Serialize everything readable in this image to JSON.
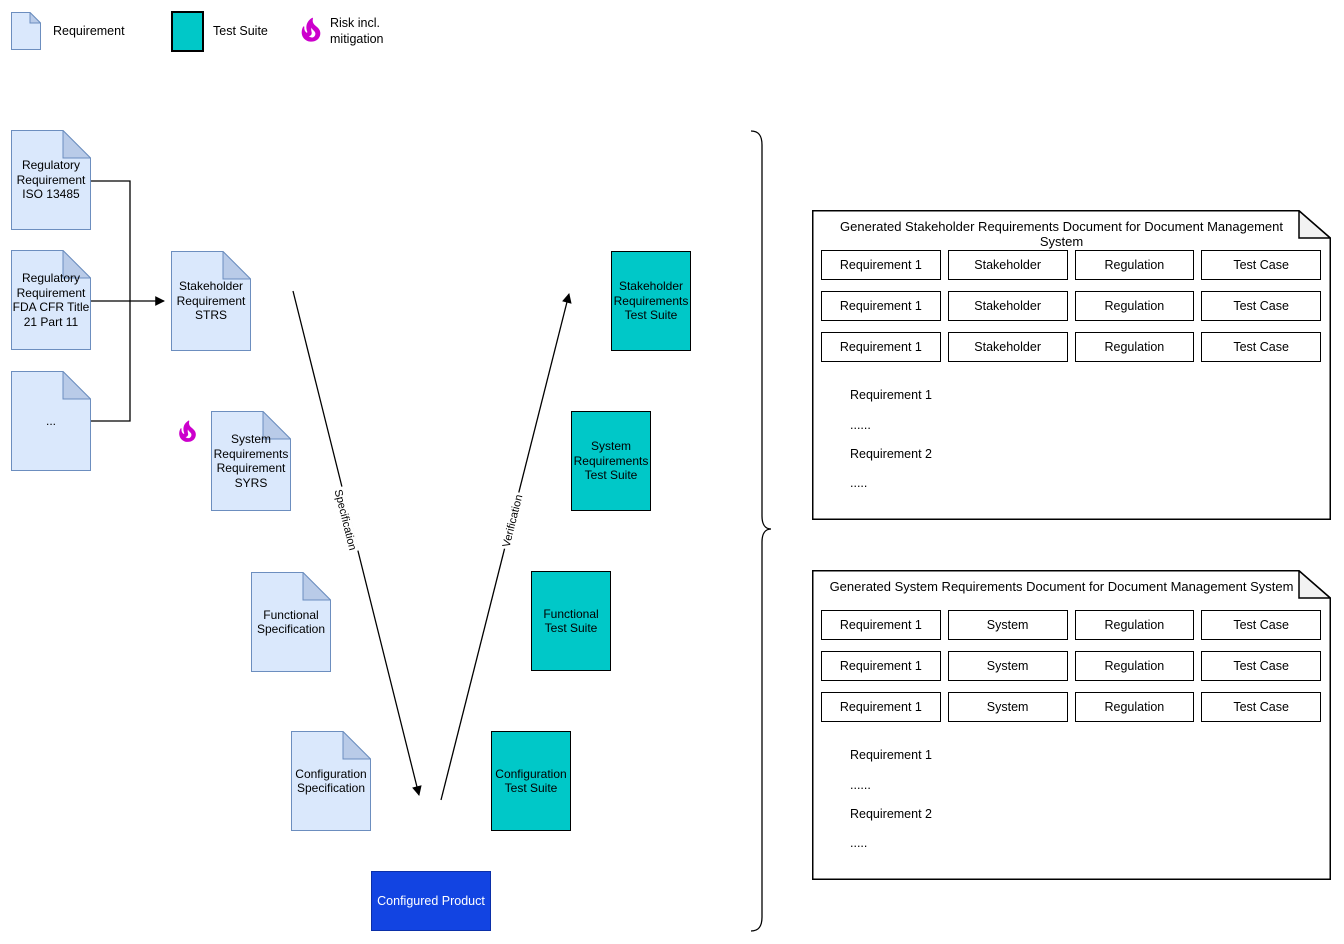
{
  "legend": {
    "requirement": "Requirement",
    "test_suite": "Test Suite",
    "risk": "Risk incl.\nmitigation"
  },
  "edges": {
    "specification": "Specification",
    "verification": "Verification"
  },
  "nodes": {
    "reg_iso": "Regulatory\nRequirement\nISO 13485",
    "reg_fda": "Regulatory\nRequirement\nFDA CFR Title\n21 Part 11",
    "reg_more": "...",
    "strs": "Stakeholder\nRequirement\nSTRS",
    "syrs": "System\nRequirements\nRequirement\nSYRS",
    "functional_spec": "Functional\nSpecification",
    "configuration_spec": "Configuration\nSpecification",
    "ts_stakeholder": "Stakeholder\nRequirements\nTest Suite",
    "ts_system": "System\nRequirements\nTest Suite",
    "ts_functional": "Functional\nTest Suite",
    "ts_configuration": "Configuration\nTest Suite",
    "configured_product": "Configured Product"
  },
  "panels": [
    {
      "title": "Generated Stakeholder Requirements Document for Document Management System",
      "rows": [
        [
          "Requirement 1",
          "Stakeholder",
          "Regulation",
          "Test Case"
        ],
        [
          "Requirement 1",
          "Stakeholder",
          "Regulation",
          "Test Case"
        ],
        [
          "Requirement 1",
          "Stakeholder",
          "Regulation",
          "Test Case"
        ]
      ],
      "body_lines": [
        "Requirement 1",
        "......",
        "Requirement 2",
        "....."
      ]
    },
    {
      "title": "Generated System Requirements Document for Document Management System",
      "rows": [
        [
          "Requirement 1",
          "System",
          "Regulation",
          "Test Case"
        ],
        [
          "Requirement 1",
          "System",
          "Regulation",
          "Test Case"
        ],
        [
          "Requirement 1",
          "System",
          "Regulation",
          "Test Case"
        ]
      ],
      "body_lines": [
        "Requirement 1",
        "......",
        "Requirement 2",
        "....."
      ]
    }
  ],
  "colors": {
    "requirement_fill": "#dae8fc",
    "requirement_stroke": "#6c8ebf",
    "requirement_fold": "#b9cbe8",
    "test_suite_fill": "#00c8c8",
    "configured_product_fill": "#1244e2",
    "risk_flame": "#cc00cc",
    "panel_fold": "#f2f2f2"
  }
}
